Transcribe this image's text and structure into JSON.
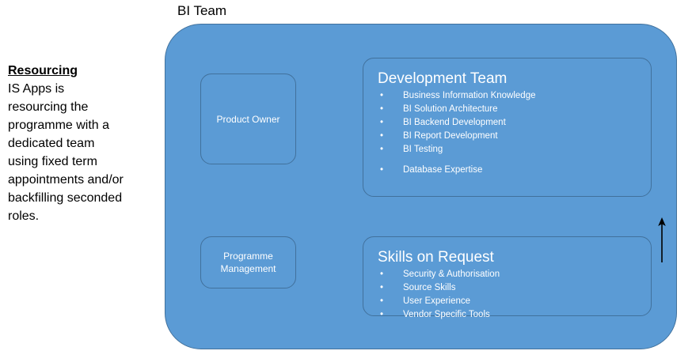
{
  "side_note": {
    "title": "Resourcing",
    "body": "IS Apps is resourcing the programme with a dedicated team using fixed term appointments and/or backfilling seconded roles."
  },
  "diagram": {
    "title": "BI Team",
    "container_color": "#5B9BD5",
    "border_color": "#41719C",
    "text_color": "#FFFFFF",
    "arrow_color": "#000000",
    "cards": {
      "product_owner": {
        "label": "Product Owner"
      },
      "programme_management": {
        "label": "Programme\nManagement",
        "line1": "Programme",
        "line2": "Management"
      },
      "development_team": {
        "heading": "Development Team",
        "bullet": "•",
        "items": [
          {
            "label": "Business Information Knowledge",
            "spaced": false
          },
          {
            "label": "BI Solution Architecture",
            "spaced": false
          },
          {
            "label": "BI Backend Development",
            "spaced": false
          },
          {
            "label": "BI Report Development",
            "spaced": false
          },
          {
            "label": "BI Testing",
            "spaced": false
          },
          {
            "label": "Database Expertise",
            "spaced": true
          }
        ]
      },
      "skills_on_request": {
        "heading": "Skills on Request",
        "bullet": "•",
        "items": [
          {
            "label": "Security & Authorisation",
            "spaced": false
          },
          {
            "label": "Source Skills",
            "spaced": false
          },
          {
            "label": "User Experience",
            "spaced": false
          },
          {
            "label": "Vendor Specific Tools",
            "spaced": false
          }
        ]
      }
    },
    "connector": {
      "name": "skills-to-development-arrow",
      "direction": "up"
    }
  }
}
